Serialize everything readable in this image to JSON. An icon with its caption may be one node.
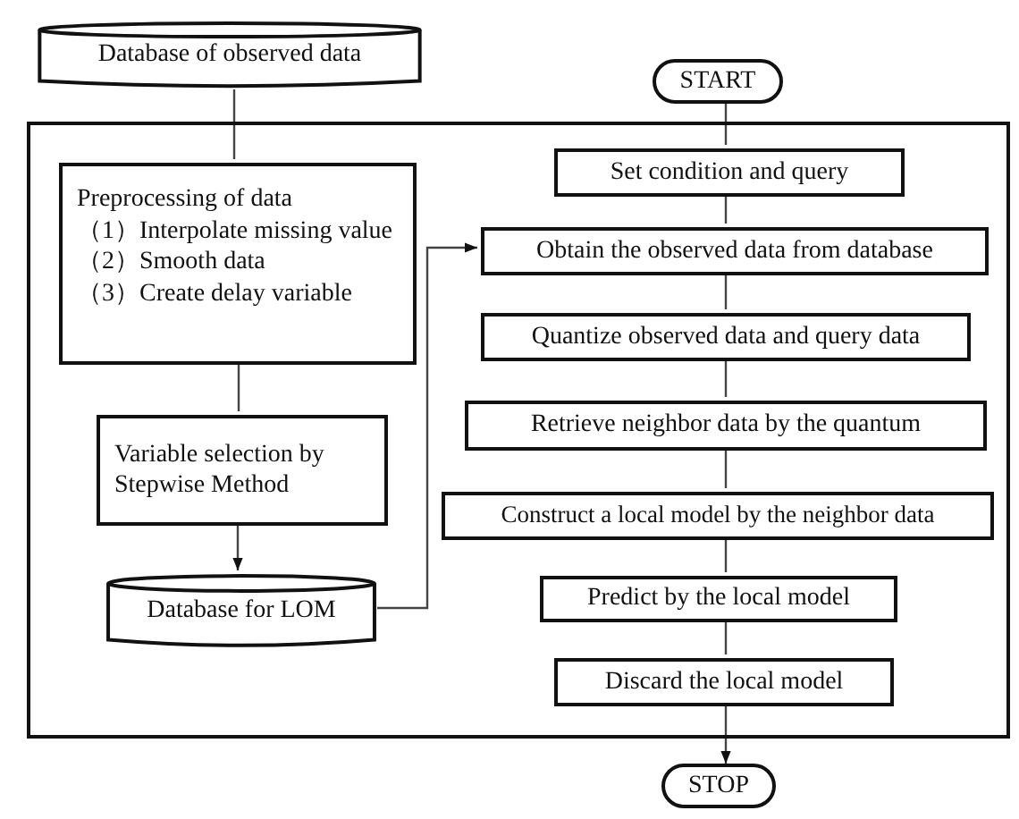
{
  "diagram": {
    "nodes": [
      {
        "text": [
          "Database of observed data"
        ]
      },
      {
        "text": [
          "START"
        ]
      },
      {
        "text": [],
        "shape": "box"
      },
      {
        "text": [
          "Preprocessing of data",
          "（1）Interpolate missing value",
          "（2）Smooth data",
          "（3）Create delay variable"
        ],
        "in": 2
      },
      {
        "text": [
          "Variable selection by Stepwise Method"
        ],
        "in": 2
      },
      {
        "text": [
          "Database for LOM"
        ],
        "in": 2
      },
      {
        "text": [
          "Set condition and query"
        ],
        "in": 2
      },
      {
        "text": [
          "Obtain the observed data from database"
        ],
        "in": 2
      },
      {
        "text": [
          "Quantize observed data and query data"
        ],
        "in": 2
      },
      {
        "text": [
          "Retrieve neighbor data by the quantum"
        ],
        "in": 2
      },
      {
        "text": [
          "Construct a local model by the neighbor data"
        ],
        "in": 2
      },
      {
        "text": [
          "Predict by the local model"
        ],
        "in": 2
      },
      {
        "text": [
          "Discard the local model"
        ],
        "in": 2
      },
      {
        "text": [
          "STOP"
        ]
      }
    ],
    "edges": [
      {
        "from": 0,
        "to": 3,
        "arrow": "none"
      },
      {
        "from": 1,
        "to": 6,
        "arrow": "none"
      },
      {
        "from": 3,
        "to": 4,
        "arrow": "none"
      },
      {
        "from": 4,
        "to": 5,
        "arrow": "to"
      },
      {
        "from": 5,
        "to": 7,
        "arrow": "to"
      },
      {
        "from": 6,
        "to": 7,
        "arrow": "none"
      },
      {
        "from": 7,
        "to": 8,
        "arrow": "none"
      },
      {
        "from": 8,
        "to": 9,
        "arrow": "none"
      },
      {
        "from": 9,
        "to": 10,
        "arrow": "none"
      },
      {
        "from": 10,
        "to": 11,
        "arrow": "none"
      },
      {
        "from": 11,
        "to": 12,
        "arrow": "none"
      },
      {
        "from": 12,
        "to": 13,
        "arrow": "to"
      }
    ]
  }
}
